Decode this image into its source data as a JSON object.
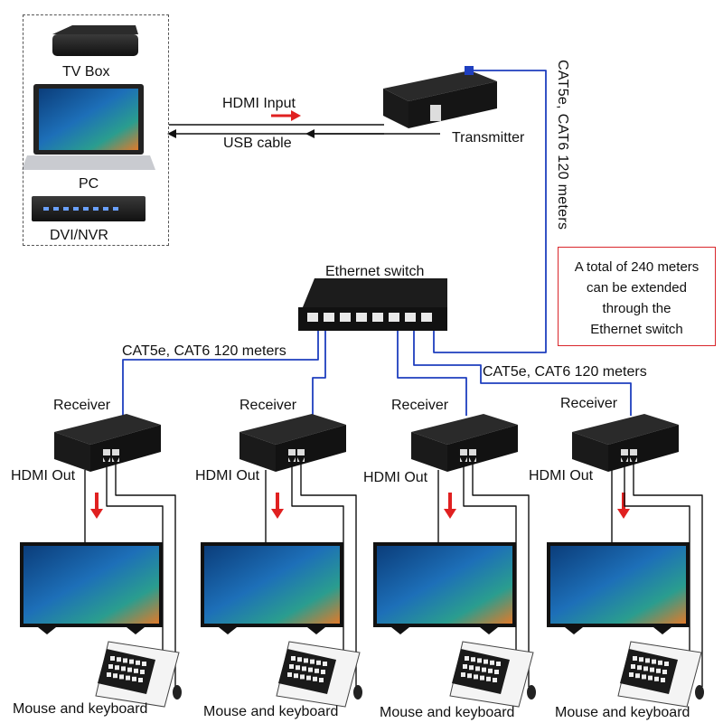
{
  "sources": {
    "tv_box": "TV Box",
    "pc": "PC",
    "dvr": "DVI/NVR"
  },
  "links": {
    "hdmi_input": "HDMI Input",
    "usb_cable": "USB cable"
  },
  "transmitter": "Transmitter",
  "cable_vertical": "CAT5e, CAT6 120 meters",
  "ethernet_switch": "Ethernet switch",
  "note": "A total of 240 meters can be extended through the Ethernet switch",
  "note_lines": [
    "A total of 240 meters",
    "can be extended",
    "through the",
    "Ethernet switch"
  ],
  "cable_left": "CAT5e, CAT6 120 meters",
  "cable_right": "CAT5e, CAT6 120 meters",
  "receivers": [
    {
      "label": "Receiver",
      "hdmi_out": "HDMI Out",
      "peripherals": "Mouse and keyboard"
    },
    {
      "label": "Receiver",
      "hdmi_out": "HDMI Out",
      "peripherals": "Mouse and keyboard"
    },
    {
      "label": "Receiver",
      "hdmi_out": "HDMI Out",
      "peripherals": "Mouse and keyboard"
    },
    {
      "label": "Receiver",
      "hdmi_out": "HDMI Out",
      "peripherals": "Mouse and keyboard"
    }
  ],
  "colors": {
    "cable_blue": "#1f3fbf",
    "arrow_red": "#e02020",
    "note_border": "#d9262b",
    "device_dark": "#1c1c1c",
    "screen_blue": "#1d6fb8"
  }
}
